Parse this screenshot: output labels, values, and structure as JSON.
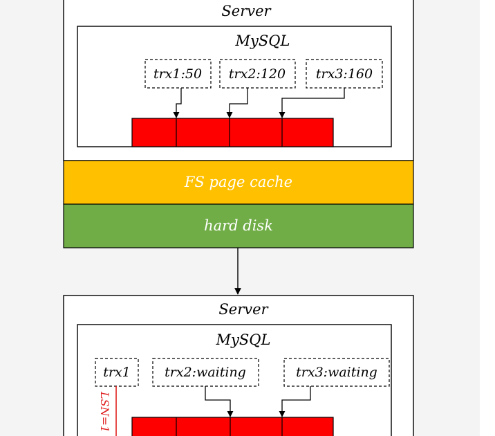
{
  "top": {
    "server_label": "Server",
    "mysql_label": "MySQL",
    "transactions": [
      "trx1:50",
      "trx2:120",
      "trx3:160"
    ],
    "fs_cache_label": "FS page cache",
    "disk_label": "hard disk"
  },
  "bottom": {
    "server_label": "Server",
    "mysql_label": "MySQL",
    "transactions": [
      "trx1",
      "trx2:waiting",
      "trx3:waiting"
    ],
    "lsn_label": "LSN=1"
  },
  "colors": {
    "buffer_red": "#ff0000",
    "fs_cache_yellow": "#ffc000",
    "disk_green": "#70ad47",
    "lsn_red": "#e02020"
  }
}
